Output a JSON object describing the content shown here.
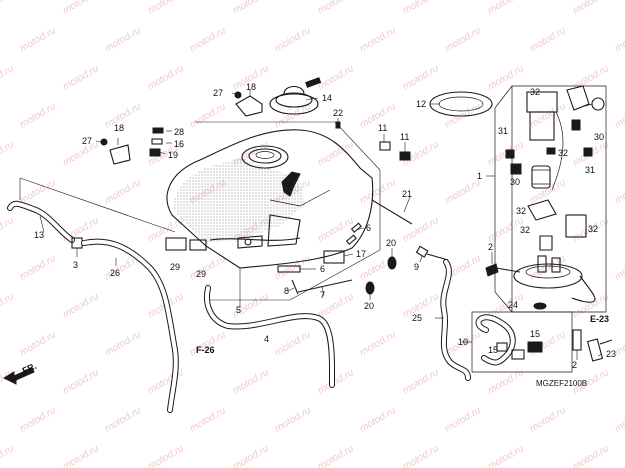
{
  "watermark": "motod.ru",
  "diagram_code": "MGZEF2100B",
  "direction_label": "FR.",
  "refs": {
    "f26": "F-26",
    "e23": "E-23"
  },
  "labels": {
    "l1": "1",
    "l2a": "2",
    "l2b": "2",
    "l3": "3",
    "l4": "4",
    "l5": "5",
    "l6a": "6",
    "l6b": "6",
    "l7": "7",
    "l8": "8",
    "l9": "9",
    "l10": "10",
    "l11a": "11",
    "l11b": "11",
    "l12": "12",
    "l13": "13",
    "l14": "14",
    "l15a": "15",
    "l15b": "15",
    "l16": "16",
    "l17": "17",
    "l18a": "18",
    "l18b": "18",
    "l19": "19",
    "l20a": "20",
    "l20b": "20",
    "l21": "21",
    "l22": "22",
    "l23": "23",
    "l24": "24",
    "l25": "25",
    "l26": "26",
    "l27a": "27",
    "l27b": "27",
    "l28": "28",
    "l29a": "29",
    "l29b": "29",
    "l30a": "30",
    "l30b": "30",
    "l31a": "31",
    "l31b": "31",
    "l32a": "32",
    "l32b": "32",
    "l32c": "32",
    "l32d": "32",
    "l32e": "32"
  }
}
